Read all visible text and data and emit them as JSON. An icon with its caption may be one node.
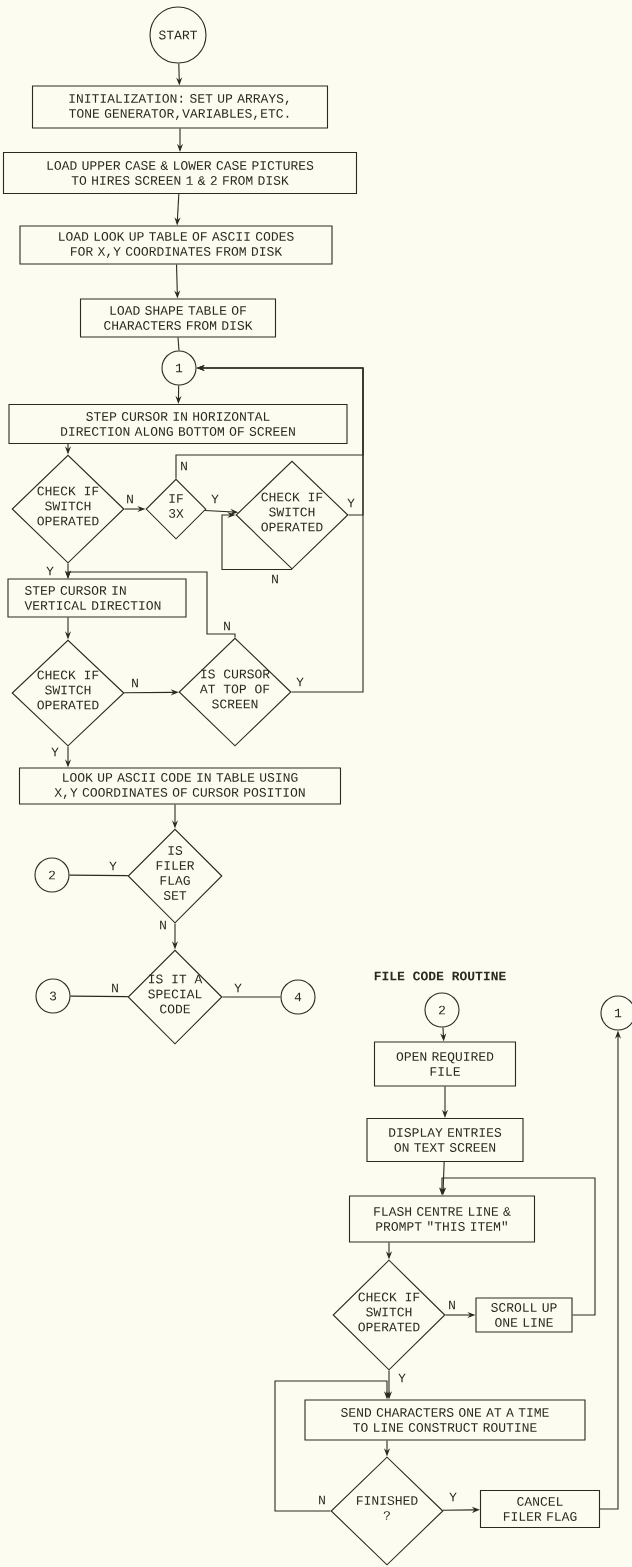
{
  "diagram": {
    "nodes": [
      {
        "text": [
          "START"
        ]
      },
      {
        "text": [
          "INITIALIZATION: SET UP ARRAYS, TONE GENERATOR,VARIABLES,ETC."
        ]
      },
      {
        "text": [
          "LOAD UPPER CASE & LOWER CASE PICTURES TO HIRES SCREEN 1 & 2 FROM DISK"
        ]
      },
      {
        "text": [
          "LOAD LOOK UP TABLE OF ASCII CODES FOR X,Y COORDINATES FROM DISK"
        ]
      },
      {
        "text": [
          "LOAD SHAPE TABLE OF CHARACTERS FROM DISK"
        ]
      },
      {
        "text": [
          "1"
        ]
      },
      {
        "text": [
          "STEP CURSOR IN HORIZONTAL DIRECTION ALONG BOTTOM OF SCREEN"
        ]
      },
      {
        "text": [
          "CHECK IF SWITCH OPERATED"
        ]
      },
      {
        "text": [
          "IF 3X"
        ]
      },
      {
        "text": [
          "CHECK IF SWITCH OPERATED"
        ]
      },
      {
        "text": [
          "STEP CURSOR IN VERTICAL DIRECTION"
        ]
      },
      {
        "text": [
          "CHECK IF SWITCH OPERATED"
        ]
      },
      {
        "text": [
          "IS CURSOR AT TOP OF SCREEN"
        ]
      },
      {
        "text": [
          "LOOK UP ASCII CODE IN TABLE USING X,Y COORDINATES OF CURSOR POSITION"
        ]
      },
      {
        "text": [
          "IS FILER FLAG SET"
        ]
      },
      {
        "text": [
          "2"
        ]
      },
      {
        "text": [
          "IS IT A SPECIAL CODE"
        ]
      },
      {
        "text": [
          "3"
        ]
      },
      {
        "text": [
          "4"
        ]
      },
      {
        "text": [
          "2"
        ]
      },
      {
        "text": [
          "OPEN REQUIRED FILE"
        ]
      },
      {
        "text": [
          "DISPLAY ENTRIES ON TEXT SCREEN"
        ]
      },
      {
        "text": [
          "FLASH CENTRE LINE & PROMPT \"THIS ITEM\""
        ]
      },
      {
        "text": [
          "CHECK IF SWITCH OPERATED"
        ]
      },
      {
        "text": [
          "SCROLL UP ONE LINE"
        ]
      },
      {
        "text": [
          "SEND CHARACTERS ONE AT A TIME TO LINE CONSTRUCT ROUTINE"
        ]
      },
      {
        "text": [
          "FINISHED ?"
        ]
      },
      {
        "text": [
          "CANCEL FILER FLAG"
        ]
      },
      {
        "text": [
          "1"
        ]
      }
    ],
    "edges": [
      {
        "from": 0,
        "to": 1,
        "arrow": "to"
      },
      {
        "from": 1,
        "to": 2,
        "arrow": "to"
      },
      {
        "from": 2,
        "to": 3,
        "arrow": "to"
      },
      {
        "from": 3,
        "to": 4,
        "arrow": "to"
      },
      {
        "from": 4,
        "to": 5,
        "arrow": "none"
      },
      {
        "from": 5,
        "to": 6,
        "arrow": "to"
      },
      {
        "from": 6,
        "to": 7,
        "arrow": "to"
      },
      {
        "from": 7,
        "to": 8,
        "arrow": "to",
        "label": "N"
      },
      {
        "from": 8,
        "to": 5,
        "arrow": "to",
        "label": "N"
      },
      {
        "from": 8,
        "to": 9,
        "arrow": "to",
        "label": "Y"
      },
      {
        "from": 9,
        "to": 5,
        "arrow": "to",
        "label": "Y"
      },
      {
        "from": 9,
        "to": 9,
        "arrow": "to",
        "label": "N"
      },
      {
        "from": 7,
        "to": 10,
        "arrow": "to",
        "label": "Y"
      },
      {
        "from": 10,
        "to": 11,
        "arrow": "to"
      },
      {
        "from": 11,
        "to": 12,
        "arrow": "to",
        "label": "N"
      },
      {
        "from": 12,
        "to": 10,
        "arrow": "to",
        "label": "N"
      },
      {
        "from": 12,
        "to": 5,
        "arrow": "to",
        "label": "Y"
      },
      {
        "from": 11,
        "to": 13,
        "arrow": "to",
        "label": "Y"
      },
      {
        "from": 13,
        "to": 14,
        "arrow": "to"
      },
      {
        "from": 14,
        "to": 15,
        "arrow": "none",
        "label": "Y"
      },
      {
        "from": 14,
        "to": 16,
        "arrow": "to",
        "label": "N"
      },
      {
        "from": 16,
        "to": 17,
        "arrow": "none",
        "label": "N"
      },
      {
        "from": 16,
        "to": 18,
        "arrow": "none",
        "label": "Y"
      },
      {
        "from": 19,
        "to": 20,
        "arrow": "to"
      },
      {
        "from": 20,
        "to": 21,
        "arrow": "to"
      },
      {
        "from": 21,
        "to": 22,
        "arrow": "to"
      },
      {
        "from": 22,
        "to": 23,
        "arrow": "to"
      },
      {
        "from": 23,
        "to": 24,
        "arrow": "to",
        "label": "N"
      },
      {
        "from": 24,
        "to": 22,
        "arrow": "to"
      },
      {
        "from": 23,
        "to": 25,
        "arrow": "to",
        "label": "Y"
      },
      {
        "from": 25,
        "to": 26,
        "arrow": "to"
      },
      {
        "from": 26,
        "to": 25,
        "arrow": "to",
        "label": "N"
      },
      {
        "from": 26,
        "to": 27,
        "arrow": "to",
        "label": "Y"
      },
      {
        "from": 27,
        "to": 28,
        "arrow": "to"
      }
    ],
    "labels": [
      "FILE CODE ROUTINE"
    ]
  }
}
